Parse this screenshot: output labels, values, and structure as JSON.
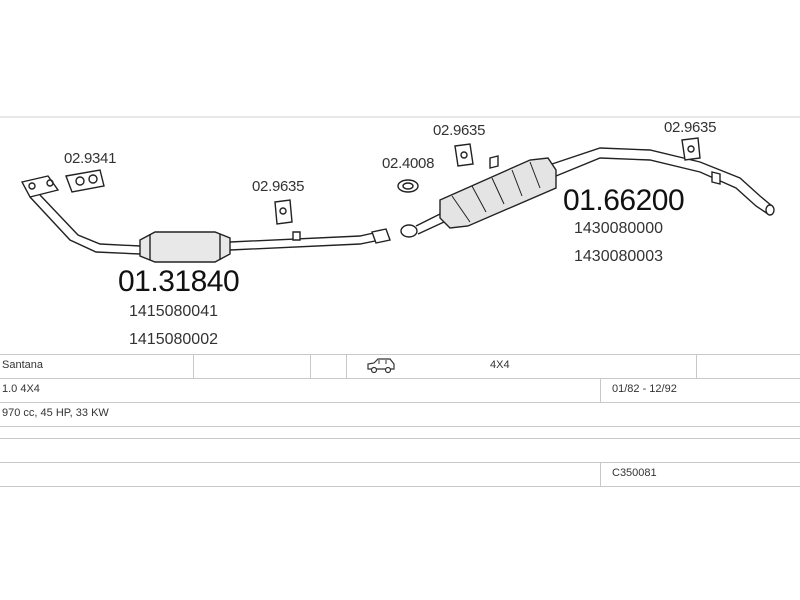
{
  "diagram": {
    "small_parts": {
      "gasket_left": "02.9341",
      "hanger_mid": "02.9635",
      "ring": "02.4008",
      "hanger_top_mid": "02.9635",
      "hanger_right": "02.9635"
    },
    "front_assembly": {
      "code": "01.31840",
      "refs": [
        "1415080041",
        "1415080002"
      ]
    },
    "rear_assembly": {
      "code": "01.66200",
      "refs": [
        "1430080000",
        "1430080003"
      ]
    }
  },
  "table": {
    "row1": {
      "model": "Santana",
      "drive": "4X4",
      "vehicle_icon": "car-icon"
    },
    "row2": {
      "engine": "1.0 4X4",
      "years": "01/82 - 12/92"
    },
    "row3": {
      "spec": "970 cc, 45 HP, 33 KW"
    },
    "row5": {
      "catalog_code": "C350081"
    }
  }
}
